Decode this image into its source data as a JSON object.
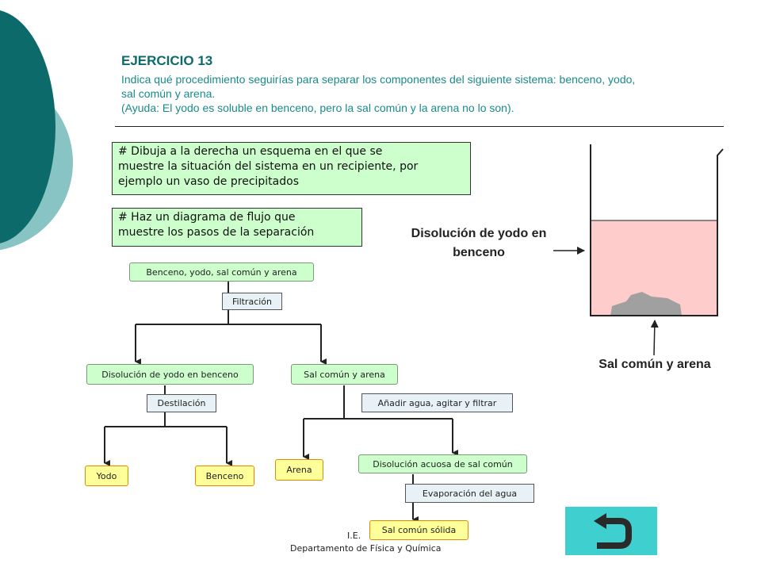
{
  "slide": {
    "title": "EJERCICIO 13",
    "statement_1": "Indica qué procedimiento seguirías para separar los componentes del siguiente sistema: benceno, yodo,",
    "statement_2": "sal común y arena.",
    "statement_3": "(Ayuda: El yodo es soluble en benceno, pero la sal común y la arena no lo son).",
    "colors": {
      "dark_teal": "#0d6a6a",
      "light_teal": "#88c4c4",
      "note_green": "#ccffcc",
      "node_yellow": "#ffff99",
      "liquid_pink": "#ffcccc",
      "button_cyan": "#3fcfcf"
    }
  },
  "instructions": {
    "sketch_line_1": "# Dibuja a la derecha un esquema en el que se",
    "sketch_line_2": "muestre la situación del sistema en un recipiente, por",
    "sketch_line_3": "ejemplo un vaso de precipitados",
    "flow_line_1": "# Haz un diagrama de flujo que",
    "flow_line_2": "muestre los pasos de la separación"
  },
  "flowchart": {
    "start": "Benceno, yodo, sal común y arena",
    "step_filtration": "Filtración",
    "solution": "Disolución de yodo en benceno",
    "salt_sand": "Sal común y arena",
    "step_distillation": "Destilación",
    "step_add_water": "Añadir agua, agitar y filtrar",
    "iodine": "Yodo",
    "benzene": "Benceno",
    "sand": "Arena",
    "salt_solution": "Disolución acuosa de sal común",
    "step_evaporation": "Evaporación del agua",
    "solid_salt": "Sal común sólida"
  },
  "beaker": {
    "liquid_label_1": "Disolución de yodo en",
    "liquid_label_2": "benceno",
    "solid_label": "Sal común y arena"
  },
  "footer": {
    "school_partial": "I.E.",
    "department": "Departamento de Física y Química"
  },
  "nav": {
    "back_icon": "return-arrow-icon"
  }
}
